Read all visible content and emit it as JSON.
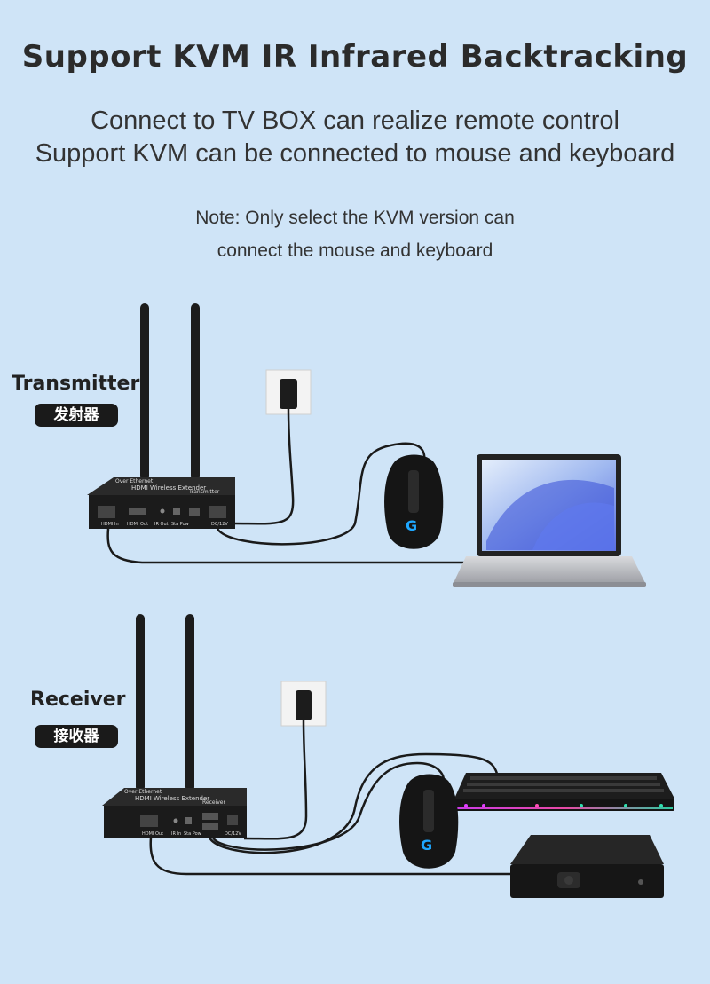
{
  "header": {
    "title": "Support KVM IR Infrared Backtracking",
    "subtitle_line1": "Connect to TV BOX can realize remote control",
    "subtitle_line2": "Support KVM can be connected to mouse and keyboard",
    "note_line1": "Note: Only select the KVM version can",
    "note_line2": "connect the mouse and keyboard"
  },
  "transmitter": {
    "label": "Transmitter",
    "label_cn": "发射器",
    "device_line1": "Over Ethernet",
    "device_line2": "HDMI Wireless Extender",
    "device_tag": "Transmitter",
    "ports": [
      "HDMI In",
      "HDMI Out",
      "IR Out",
      "Sta Pow",
      "DC/12V"
    ]
  },
  "receiver": {
    "label": "Receiver",
    "label_cn": "接收器",
    "device_line1": "Over Ethernet",
    "device_line2": "HDMI Wireless Extender",
    "device_tag": "Receiver",
    "ports": [
      "HDMI Out",
      "IR In",
      "Sta Pow",
      "DC/12V"
    ]
  },
  "colors": {
    "background": "#cfe4f7",
    "device": "#1b1b1b",
    "cable": "#1a1a1a",
    "mouse_logo": "#1ea7ff"
  }
}
